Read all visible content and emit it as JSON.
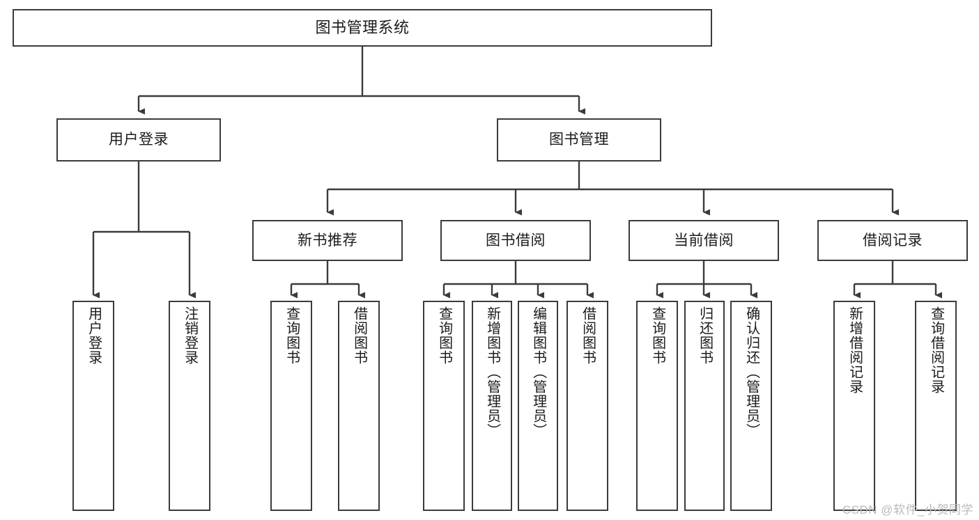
{
  "diagram": {
    "title": "图书管理系统",
    "type": "tree",
    "colors": {
      "stroke": "#3b3b3b",
      "fill": "#ffffff",
      "text": "#1b1b1b",
      "watermark": "#b9b9b9"
    },
    "nodes": {
      "root": {
        "label": "图书管理系统"
      },
      "level2": [
        {
          "id": "user-login",
          "label": "用户登录"
        },
        {
          "id": "book-management",
          "label": "图书管理"
        }
      ],
      "level3": [
        {
          "id": "new-book-recommend",
          "label": "新书推荐"
        },
        {
          "id": "book-borrow",
          "label": "图书借阅"
        },
        {
          "id": "current-borrow",
          "label": "当前借阅"
        },
        {
          "id": "borrow-record",
          "label": "借阅记录"
        }
      ],
      "leaves": {
        "user-login": [
          {
            "id": "user-login-leaf",
            "label": "用户登录"
          },
          {
            "id": "user-logout-leaf",
            "label": "注销登录"
          }
        ],
        "new-book-recommend": [
          {
            "id": "query-book-1",
            "label": "查询图书"
          },
          {
            "id": "borrow-book-1",
            "label": "借阅图书"
          }
        ],
        "book-borrow": [
          {
            "id": "query-book-2",
            "label": "查询图书"
          },
          {
            "id": "add-book",
            "label": "新增图书（管理员）"
          },
          {
            "id": "edit-book",
            "label": "编辑图书（管理员）"
          },
          {
            "id": "borrow-book-2",
            "label": "借阅图书"
          }
        ],
        "current-borrow": [
          {
            "id": "query-book-3",
            "label": "查询图书"
          },
          {
            "id": "return-book",
            "label": "归还图书"
          },
          {
            "id": "confirm-return",
            "label": "确认归还（管理员）"
          }
        ],
        "borrow-record": [
          {
            "id": "add-borrow-record",
            "label": "新增借阅记录"
          },
          {
            "id": "query-borrow-record",
            "label": "查询借阅记录"
          }
        ]
      }
    },
    "watermark": "CSDN @软件_小贺同学"
  }
}
